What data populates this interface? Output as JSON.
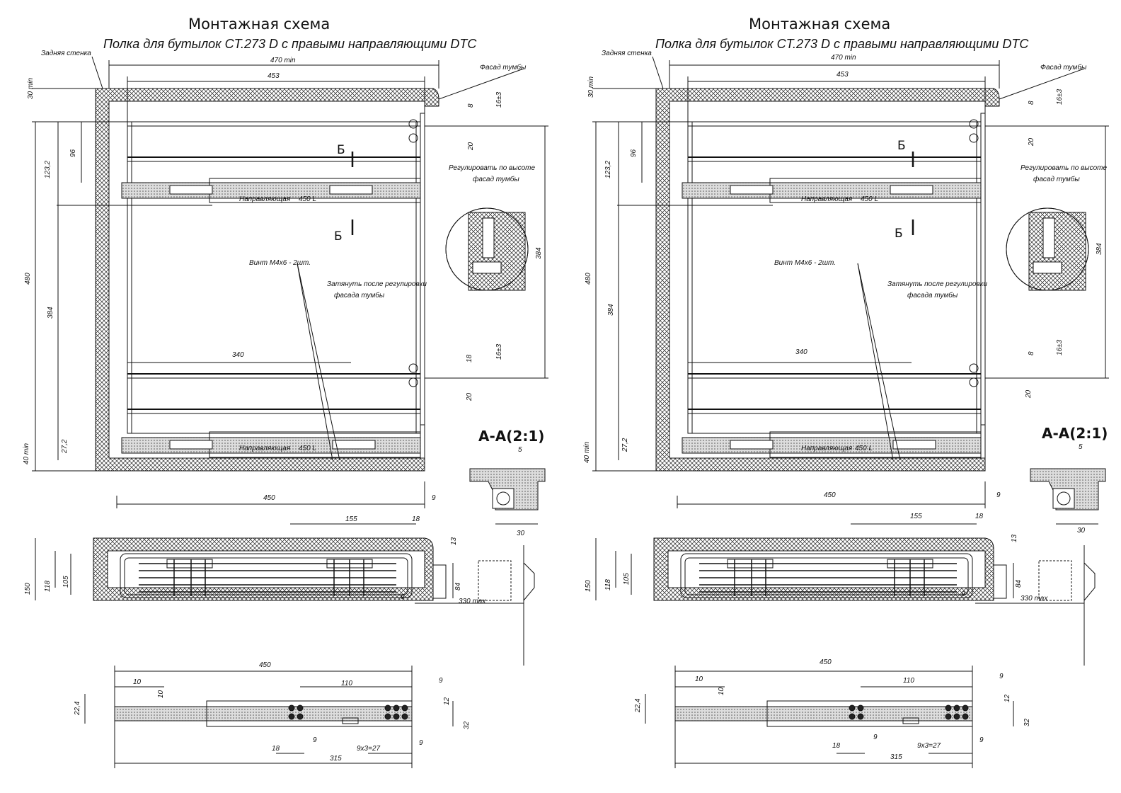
{
  "title": "Монтажная схема",
  "subtitle": "Полка для бутылок CT.273 D с правыми направляющими DTC",
  "labels": {
    "back_wall": "Задняя стенка",
    "cabinet_front": "Фасад тумбы",
    "adjust_height": "Регулировать по высоте",
    "adjust_height_2": "фасад тумбы",
    "tighten": "Затянуть после регулировки",
    "tighten_2": "фасада тумбы",
    "screw": "Винт М4х6 - 2шт.",
    "guide": "Направляющая",
    "guide_len": "450 L",
    "section_b": "Б",
    "section_aa": "А-А(2:1)"
  },
  "dims": {
    "d470": "470 min",
    "d453": "453",
    "d30": "30 min",
    "d1232": "123,2",
    "d96": "96",
    "d480": "480",
    "d384": "384",
    "d384r": "384",
    "d40": "40 min",
    "d272": "27,2",
    "d340": "340",
    "d450": "450",
    "d9": "9",
    "d8": "8",
    "d16": "16±3",
    "d20": "20",
    "d18": "18",
    "d155": "155",
    "d13": "13",
    "d150": "150",
    "d118": "118",
    "d105": "105",
    "d84": "84",
    "d330": "330 max",
    "d5": "5",
    "d30b": "30",
    "d10": "10",
    "d110": "110",
    "d224": "22,4",
    "d12": "12",
    "d32": "32",
    "d315": "315",
    "d9x3": "9x3=27"
  }
}
